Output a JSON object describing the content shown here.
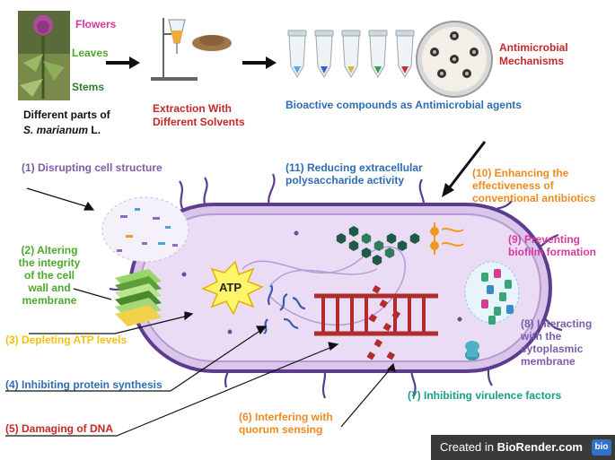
{
  "top": {
    "plant_labels": [
      "Flowers",
      "Leaves",
      "Stems"
    ],
    "plant_caption_line1": "Different parts of",
    "plant_caption_species": "S. marianum",
    "plant_caption_suffix": "L.",
    "extraction_line1": "Extraction With",
    "extraction_line2": "Different Solvents",
    "bioactive_caption": "Bioactive compounds as  Antimicrobial agents",
    "mechanisms_line1": "Antimicrobial",
    "mechanisms_line2": "Mechanisms"
  },
  "mechanisms": {
    "m1": "(1) Disrupting  cell structure",
    "m2": [
      "(2) Altering",
      "the integrity",
      "of the cell",
      "wall and",
      "membrane"
    ],
    "m3": "(3) Depleting ATP levels",
    "m4": "(4) Inhibiting protein synthesis",
    "m5": "(5) Damaging of DNA",
    "m6": [
      "(6) Interfering with",
      "quorum sensing"
    ],
    "m7": "(7) Inhibiting  virulence factors",
    "m8": [
      "(8) Interacting",
      "with the",
      "cytoplasmic",
      "membrane"
    ],
    "m9": [
      "(9) Preventing",
      "biofilm formation"
    ],
    "m10": [
      "(10) Enhancing the",
      "effectiveness of",
      "conventional antibiotics"
    ],
    "m11": [
      "(11) Reducing extracellular",
      "polysaccharide activity"
    ]
  },
  "atp_label": "ATP",
  "branding": {
    "text": "Created in",
    "name": "BioRender.com",
    "logo": "bio"
  },
  "colors": {
    "pink": "#d63a9e",
    "green": "#4ea82a",
    "dark_green": "#2e7d32",
    "red": "#c62828",
    "blue": "#2e6db4",
    "orange": "#ef8a1f",
    "purple": "#7b5ea8",
    "teal": "#16a08a",
    "yellow": "#f4c20d",
    "cell_fill": "#e6d3f2",
    "cell_border": "#5c3c8e"
  }
}
